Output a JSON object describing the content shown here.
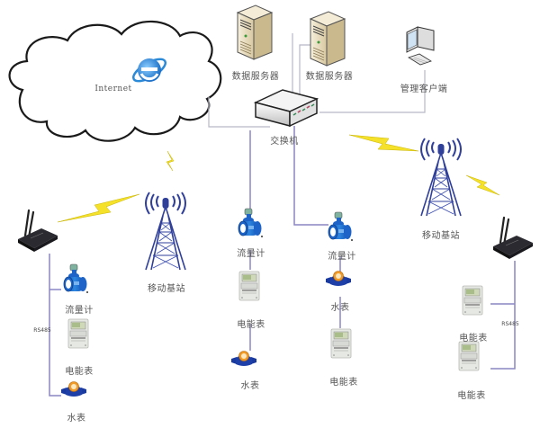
{
  "diagram": {
    "title": "",
    "colors": {
      "wire_gray": "#b8b8c8",
      "wire_purple": "#8a86c4",
      "lightning": "#f5e12a",
      "tower_blue": "#2f3f9a",
      "device_blue": "#1e64c8",
      "router_black": "#1c1c22",
      "server_beige": "#e8dcc0"
    },
    "nodes": {
      "internet": {
        "label": "Internet",
        "icon": "internet-explorer-icon"
      },
      "server1": {
        "label": "数据服务器",
        "icon": "server-icon"
      },
      "server2": {
        "label": "数据服务器",
        "icon": "server-icon"
      },
      "client": {
        "label": "管理客户端",
        "icon": "computer-icon"
      },
      "switch": {
        "label": "交换机",
        "icon": "switch-icon"
      },
      "tower_left": {
        "label": "移动基站",
        "icon": "cell-tower-icon"
      },
      "tower_right": {
        "label": "移动基站",
        "icon": "cell-tower-icon"
      },
      "router_left": {
        "label": "",
        "icon": "wireless-router-icon"
      },
      "router_right": {
        "label": "",
        "icon": "wireless-router-icon"
      },
      "left_flowmeter": {
        "label": "流量计",
        "icon": "flowmeter-icon"
      },
      "left_emeter": {
        "label": "电能表",
        "icon": "electric-meter-icon"
      },
      "left_watermeter": {
        "label": "水表",
        "icon": "water-meter-icon"
      },
      "left_bus": {
        "label": "RS485"
      },
      "mid1_flowmeter": {
        "label": "流量计",
        "icon": "flowmeter-icon"
      },
      "mid1_emeter": {
        "label": "电能表",
        "icon": "electric-meter-icon"
      },
      "mid1_watermeter": {
        "label": "水表",
        "icon": "water-meter-icon"
      },
      "mid2_flowmeter": {
        "label": "流量计",
        "icon": "flowmeter-icon"
      },
      "mid2_watermeter": {
        "label": "水表",
        "icon": "water-meter-icon"
      },
      "mid2_emeter": {
        "label": "电能表",
        "icon": "electric-meter-icon"
      },
      "right_emeter1": {
        "label": "电能表",
        "icon": "electric-meter-icon"
      },
      "right_emeter2": {
        "label": "电能表",
        "icon": "electric-meter-icon"
      },
      "right_bus": {
        "label": "RS485"
      }
    }
  }
}
